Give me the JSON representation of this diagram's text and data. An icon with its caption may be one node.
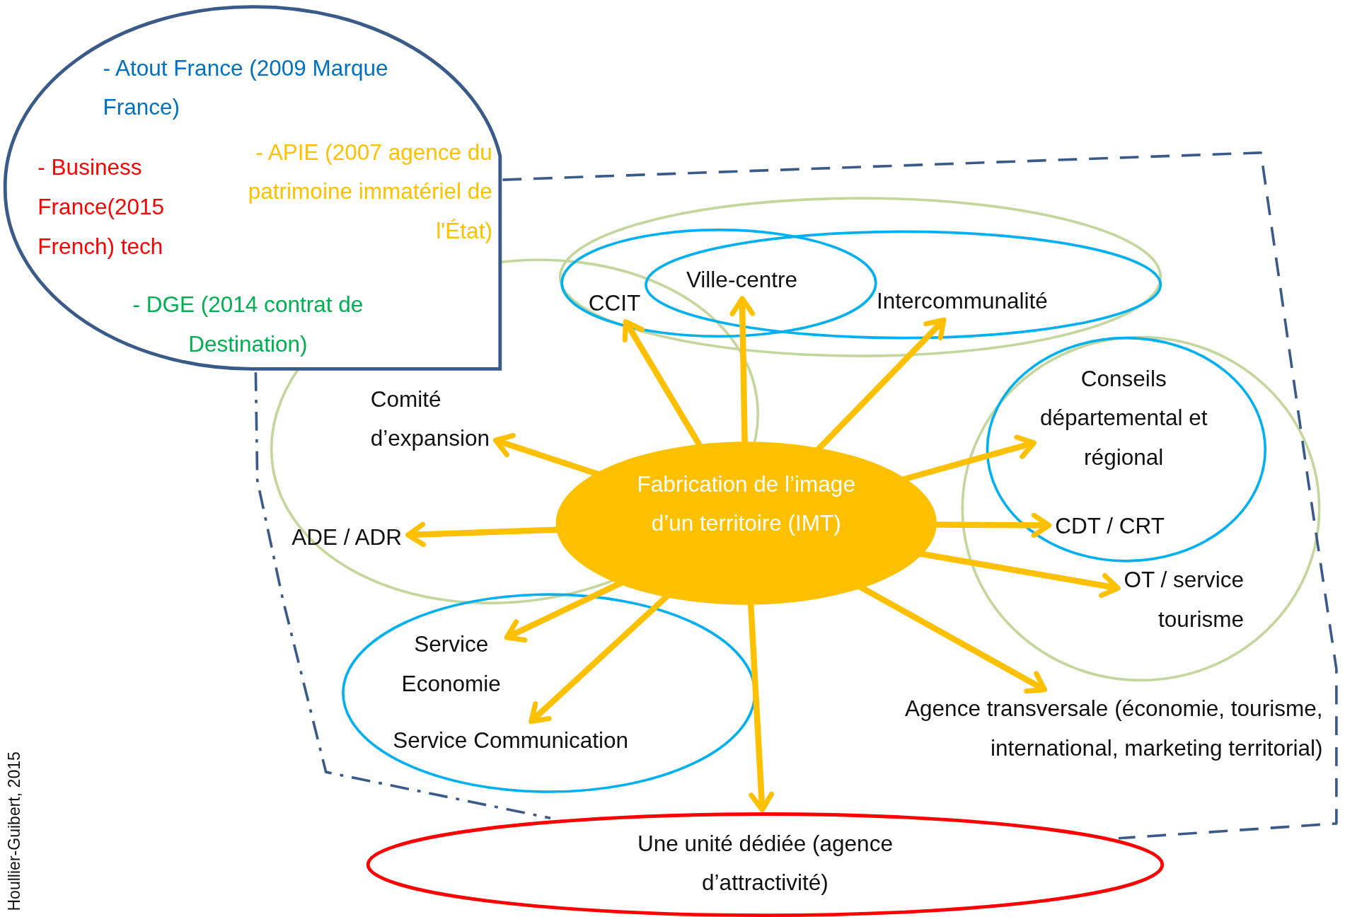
{
  "diagram": {
    "nodes": [
      {
        "text": [
          "- Atout France (2009 Marque France)",
          "- Business France(2015 French) tech",
          "- APIE (2007 agence du patrimoine immatériel de l'État)",
          "- DGE (2014 contrat de Destination)"
        ]
      },
      {
        "text": [
          "CCIT"
        ]
      },
      {
        "text": [
          "Ville-centre"
        ]
      },
      {
        "text": [
          "Intercommunalité"
        ]
      },
      {
        "text": [
          "Comité d’expansion"
        ]
      },
      {
        "text": [
          "Fabrication de l’image d’un territoire (IMT)"
        ]
      },
      {
        "text": [
          "Conseils départemental et régional"
        ]
      },
      {
        "text": [
          "ADE / ADR"
        ]
      },
      {
        "text": [
          "CDT / CRT"
        ]
      },
      {
        "text": [
          "OT / service tourisme"
        ]
      },
      {
        "text": [
          "Service Economie"
        ]
      },
      {
        "text": [
          "Service Communication"
        ]
      },
      {
        "text": [
          "Agence transversale (économie, tourisme, international, marketing territorial)"
        ]
      },
      {
        "text": [
          "Une unité dédiée (agence d’attractivité)"
        ]
      }
    ],
    "edges": [
      {
        "from": 5,
        "to": 1,
        "arrow": "to"
      },
      {
        "from": 5,
        "to": 2,
        "arrow": "to"
      },
      {
        "from": 5,
        "to": 3,
        "arrow": "to"
      },
      {
        "from": 5,
        "to": 4,
        "arrow": "to"
      },
      {
        "from": 5,
        "to": 6,
        "arrow": "to"
      },
      {
        "from": 5,
        "to": 7,
        "arrow": "to"
      },
      {
        "from": 5,
        "to": 8,
        "arrow": "to"
      },
      {
        "from": 5,
        "to": 9,
        "arrow": "to"
      },
      {
        "from": 5,
        "to": 10,
        "arrow": "to"
      },
      {
        "from": 5,
        "to": 11,
        "arrow": "to"
      },
      {
        "from": 5,
        "to": 12,
        "arrow": "to"
      },
      {
        "from": 5,
        "to": 13,
        "arrow": "to"
      },
      {
        "from": 0,
        "to": 13,
        "arrow": "none",
        "style": "dashed",
        "color": "#3a5a8a"
      },
      {
        "from": 0,
        "to": 13,
        "arrow": "none",
        "style": "dashed",
        "color": "#3a5a8a"
      }
    ],
    "labels": [
      "Houllier-Guibert, 2015"
    ]
  }
}
